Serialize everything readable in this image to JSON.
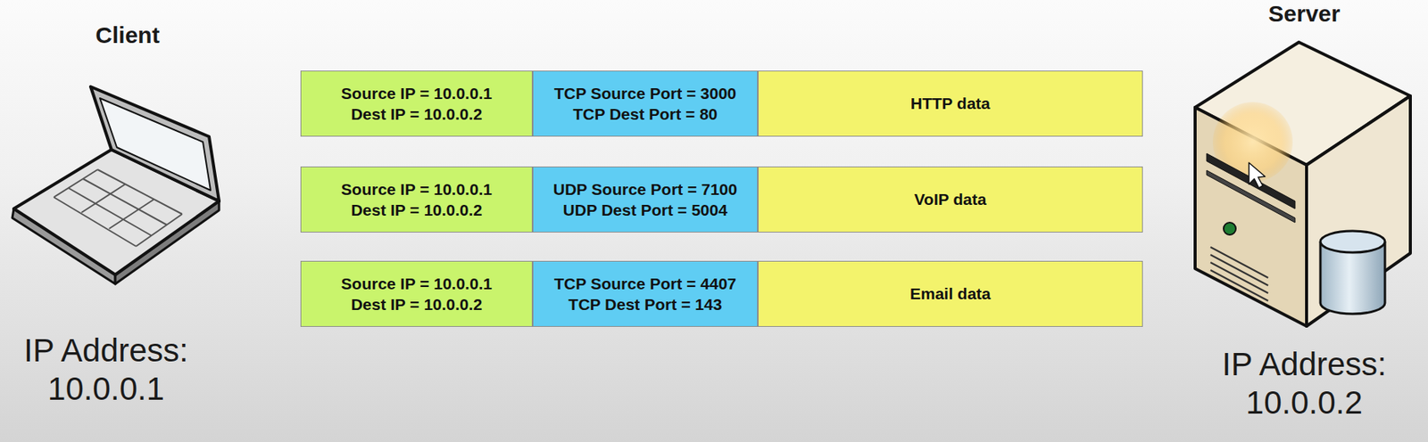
{
  "diagram": {
    "nodes": [
      {
        "text": [
          "Source IP = 10.0.0.1",
          "Dest IP = 10.0.0.2"
        ]
      },
      {
        "text": [
          "TCP Source Port = 3000",
          "TCP Dest Port = 80"
        ]
      },
      {
        "text": [
          "HTTP data"
        ]
      },
      {
        "text": [
          "Source IP = 10.0.0.1",
          "Dest IP = 10.0.0.2"
        ]
      },
      {
        "text": [
          "UDP Source Port = 7100",
          "UDP Dest Port = 5004"
        ]
      },
      {
        "text": [
          "VoIP data"
        ]
      },
      {
        "text": [
          "Source IP = 10.0.0.1",
          "Dest IP = 10.0.0.2"
        ]
      },
      {
        "text": [
          "TCP Source Port = 4407",
          "TCP Dest Port = 143"
        ]
      },
      {
        "text": [
          "Email data"
        ]
      }
    ],
    "labels": [
      "Client",
      "IP Address: 10.0.0.1",
      "Server",
      "IP Address: 10.0.0.2"
    ]
  }
}
